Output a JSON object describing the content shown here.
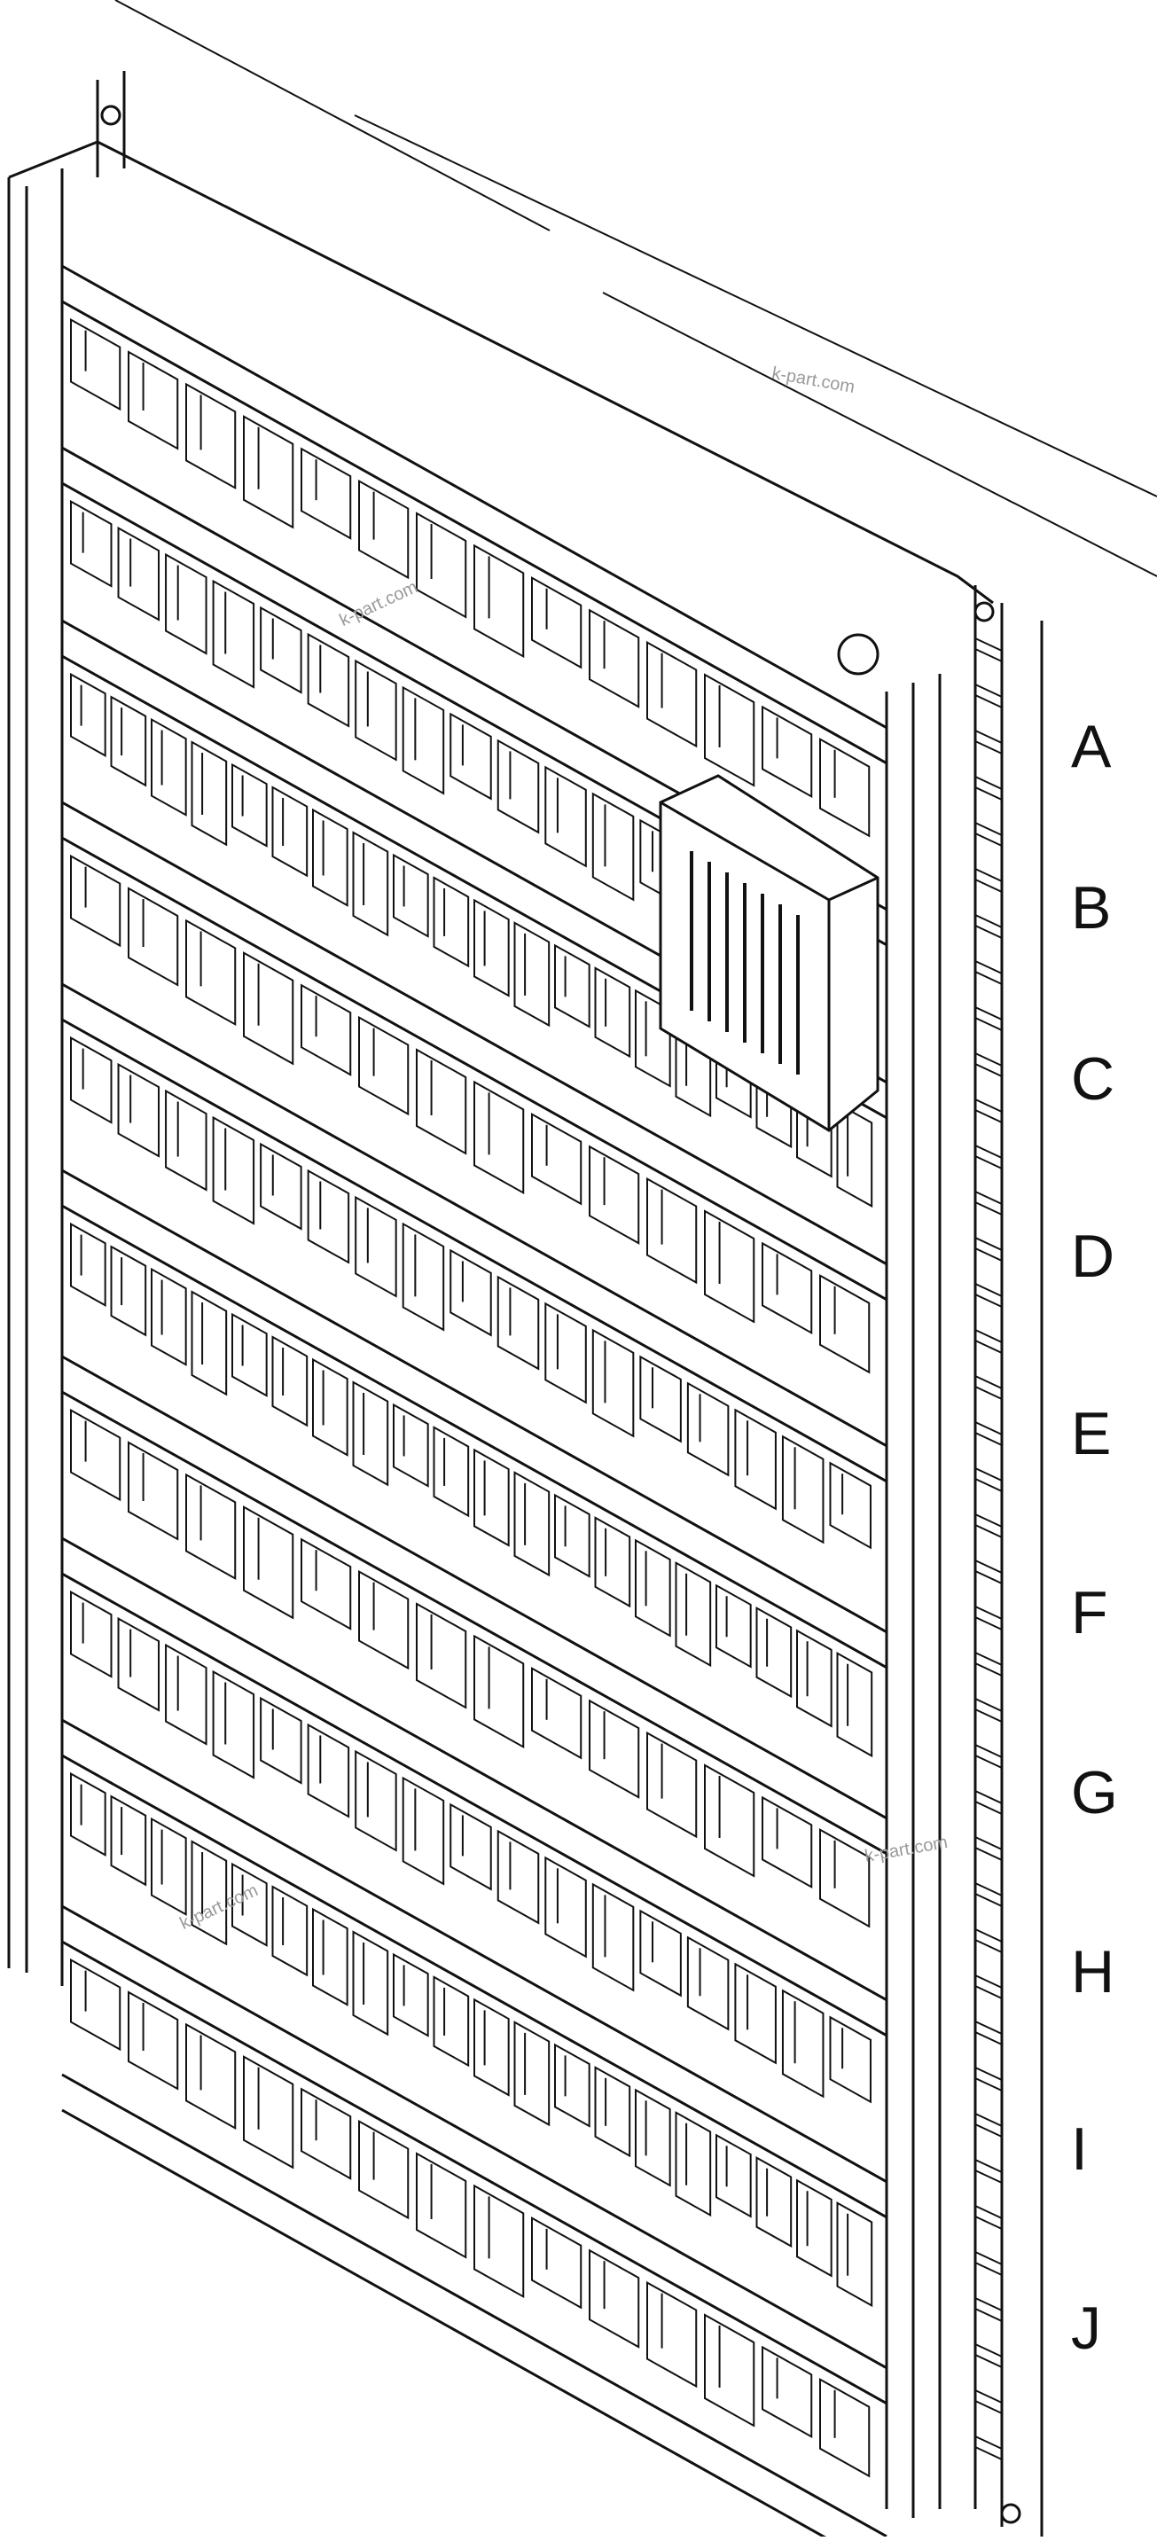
{
  "diagram": {
    "row_labels": [
      "A",
      "B",
      "C",
      "D",
      "E",
      "F",
      "G",
      "H",
      "I",
      "J"
    ],
    "watermarks": [
      "k-part.com",
      "k-part.com",
      "k-part.com",
      "k-part.com"
    ]
  }
}
